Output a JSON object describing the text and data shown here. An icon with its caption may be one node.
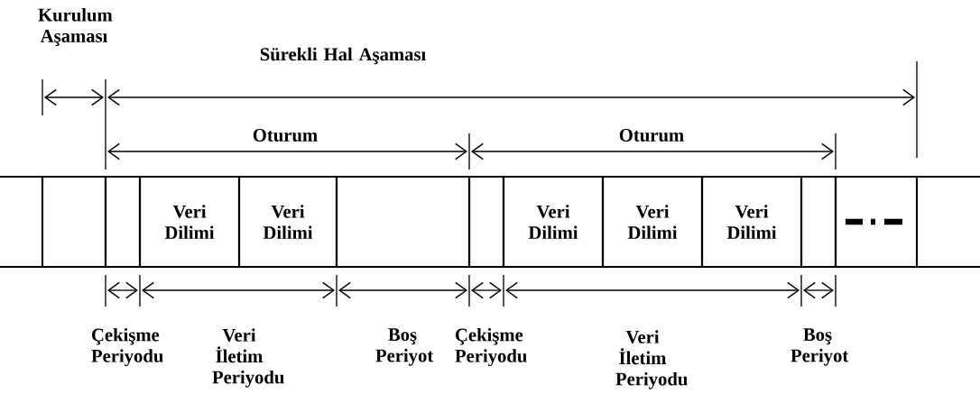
{
  "diagram": {
    "nodes": [
      {
        "text": [],
        "shape": "box"
      },
      {
        "text": [],
        "shape": "box"
      },
      {
        "text": [
          "Veri Dilimi"
        ]
      },
      {
        "text": [
          "Veri Dilimi"
        ]
      },
      {
        "text": [],
        "shape": "box"
      },
      {
        "text": [],
        "shape": "box"
      },
      {
        "text": [
          "Veri Dilimi"
        ]
      },
      {
        "text": [
          "Veri Dilimi"
        ]
      },
      {
        "text": [
          "Veri Dilimi"
        ]
      },
      {
        "text": [],
        "shape": "box"
      },
      {
        "text": [],
        "shape": "box"
      }
    ],
    "labels": [
      "Kurulum Aşaması",
      "Sürekli Hal Aşaması",
      "Oturum",
      "Oturum",
      "Çekişme Periyodu",
      "Veri İletim Periyodu",
      "Boş Periyot",
      "Çekişme Periyodu",
      "Veri İletim Periyodu",
      "Boş Periyot"
    ]
  }
}
